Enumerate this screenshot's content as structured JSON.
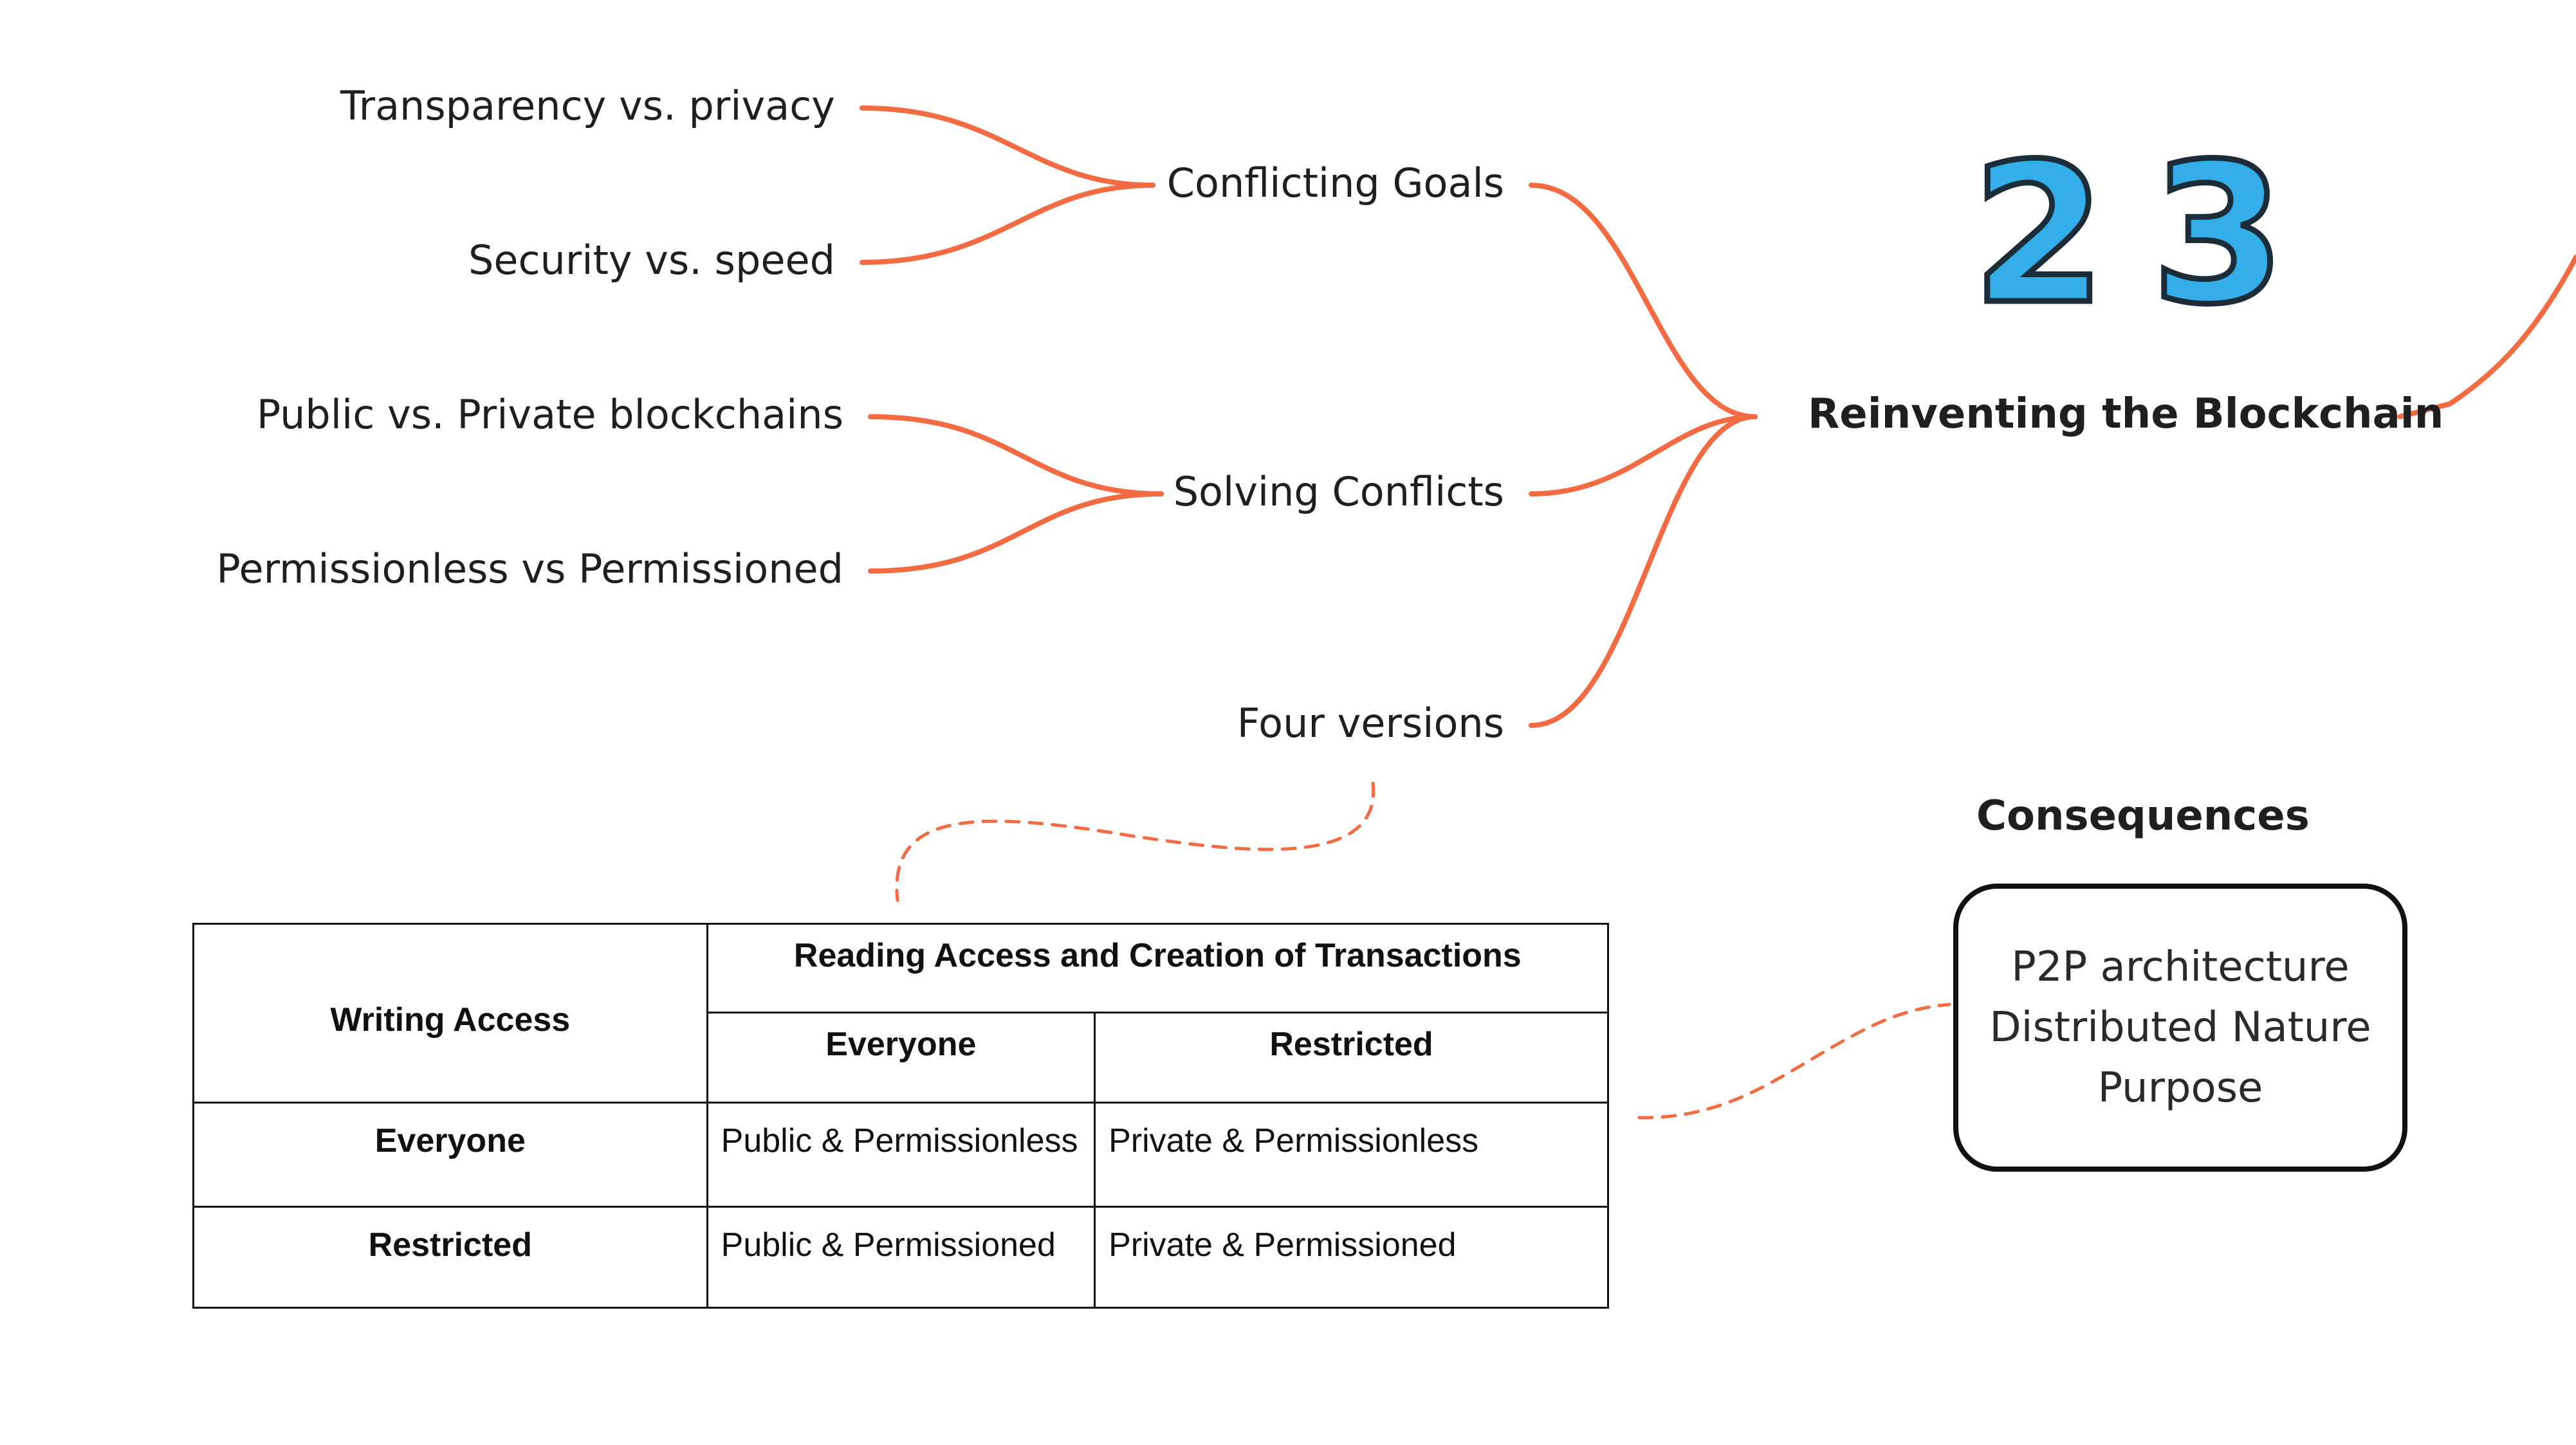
{
  "mindmap": {
    "root": "Reinventing the Blockchain",
    "branches": [
      {
        "label": "Conflicting Goals",
        "children": [
          "Transparency vs. privacy",
          "Security vs. speed"
        ]
      },
      {
        "label": "Solving Conflicts",
        "children": [
          "Public vs. Private blockchains",
          "Permissionless vs Permissioned"
        ]
      },
      {
        "label": "Four versions",
        "children": []
      }
    ],
    "badge": "23",
    "line_color": "#f26b43"
  },
  "consequences": {
    "title": "Consequences",
    "items": [
      "P2P architecture",
      "Distributed Nature",
      "Purpose"
    ]
  },
  "table": {
    "corner": "Writing Access",
    "group_header": "Reading Access and Creation of Transactions",
    "col_headers": [
      "Everyone",
      "Restricted"
    ],
    "rows": [
      {
        "label": "Everyone",
        "cells": [
          "Public & Permissionless",
          "Private & Permissionless"
        ]
      },
      {
        "label": "Restricted",
        "cells": [
          "Public & Permissioned",
          "Private & Permissioned"
        ]
      }
    ]
  }
}
